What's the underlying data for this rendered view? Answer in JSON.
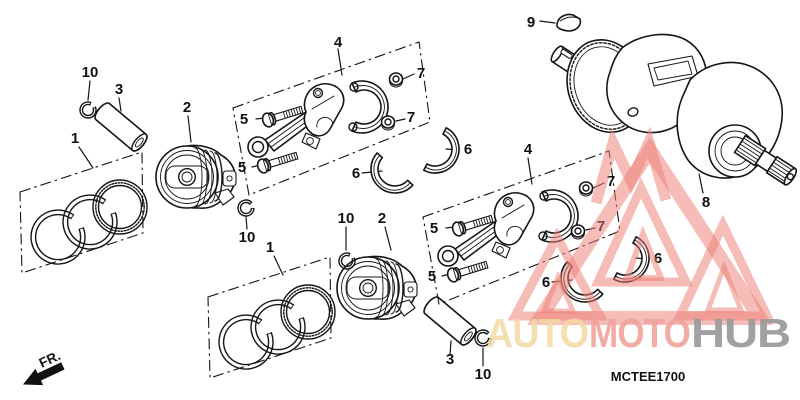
{
  "figure": {
    "code": "MCTEE1700",
    "front_label": "FR.",
    "callouts": {
      "n1": "1",
      "n2": "2",
      "n3": "3",
      "n4": "4",
      "n5": "5",
      "n6": "6",
      "n7": "7",
      "n8": "8",
      "n9": "9",
      "n10": "10"
    },
    "watermark": {
      "word_auto": "AUTO",
      "word_moto": "MOTO",
      "word_hub": "HUB"
    },
    "colors": {
      "line": "#151515",
      "background": "#ffffff",
      "watermark_triangle": "#ee7e76",
      "watermark_auto": "#f4d9a2",
      "watermark_moto": "#f2a39c",
      "watermark_hub": "#9c9c9c"
    }
  }
}
